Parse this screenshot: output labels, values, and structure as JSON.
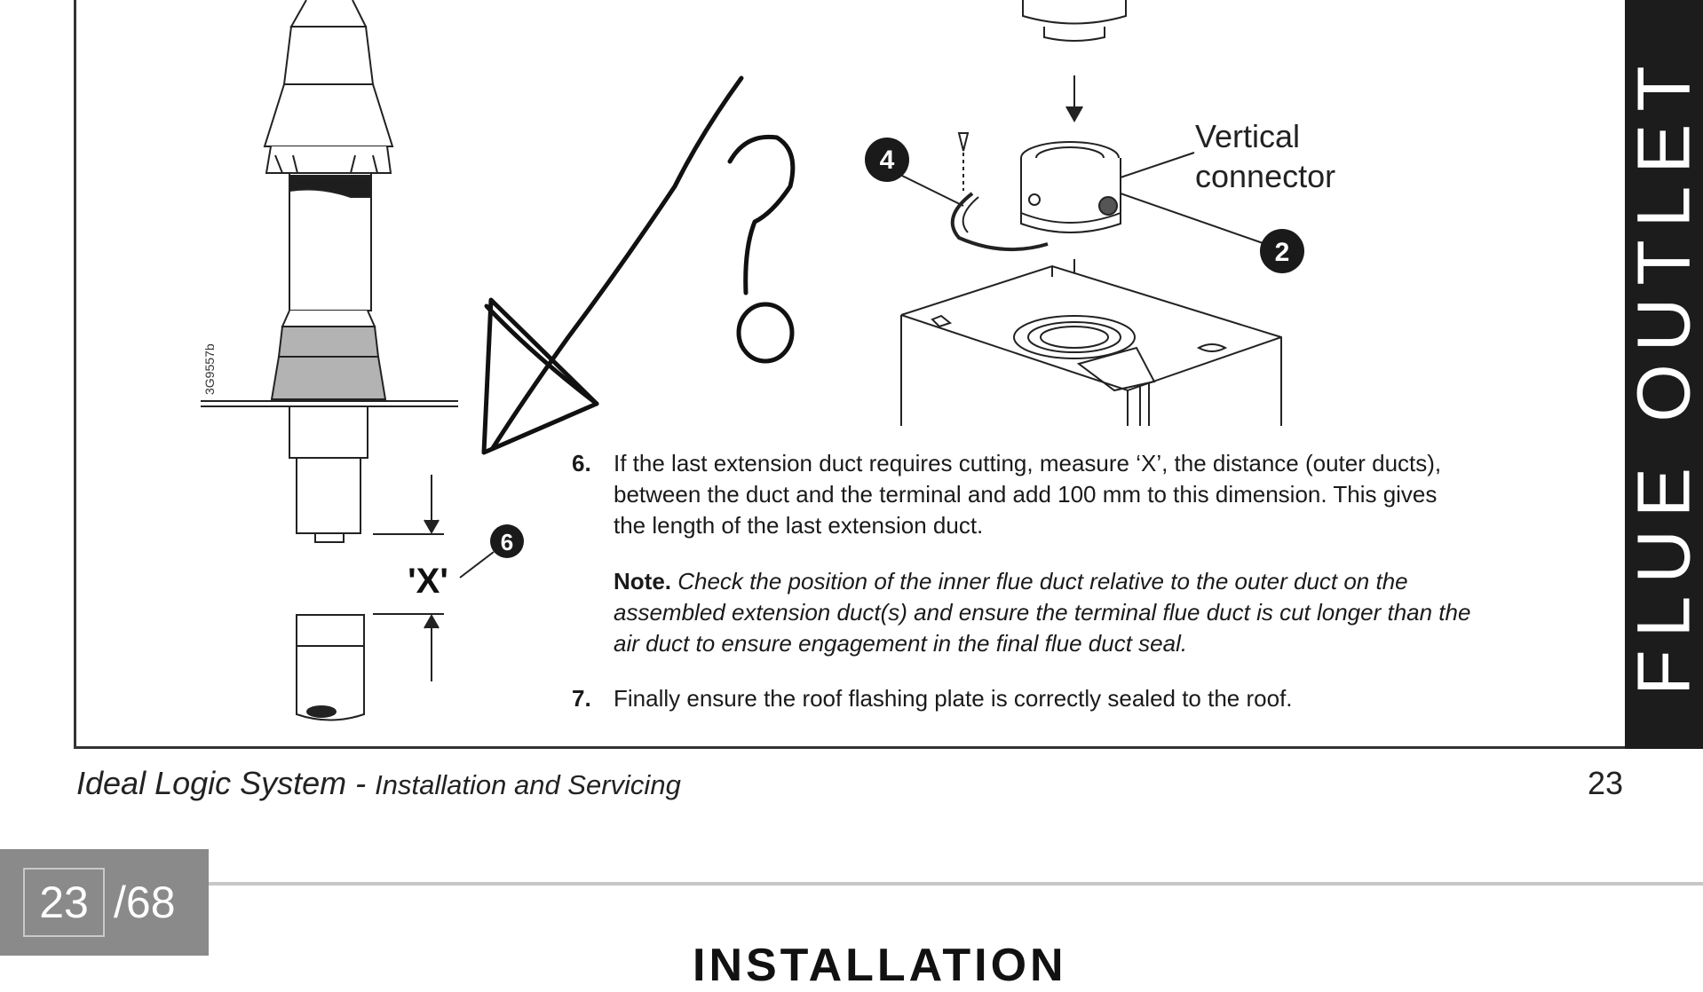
{
  "side_tab": {
    "text": "FLUE OUTLET"
  },
  "figure": {
    "ref_code": "3G9557b",
    "label_vertical_connector": "Vertical\nconnector",
    "callout_4": "4",
    "callout_2": "2",
    "callout_6": "6",
    "dimension_x": "'X'"
  },
  "steps": [
    {
      "num": "6.",
      "lines": [
        "If the last extension duct requires cutting, measure ‘X’, the distance (outer ducts),",
        "between the duct and the terminal and add 100 mm to this dimension.  This gives",
        "the length of the last extension duct."
      ]
    },
    {
      "num": "7.",
      "lines": [
        "Finally ensure the roof flashing plate is correctly sealed to the roof."
      ]
    }
  ],
  "note": {
    "label": "Note.",
    "lines": [
      "Check the position of the inner flue duct relative to the outer duct on the",
      "assembled extension duct(s) and ensure the terminal flue duct is cut longer than the",
      "air duct to ensure engagement in the final flue duct seal."
    ]
  },
  "footer": {
    "title": "Ideal Logic System - ",
    "subtitle": "Installation and Servicing",
    "page_number": "23"
  },
  "viewer": {
    "current_page": "23",
    "total_pages": "/68",
    "next_page_heading": "INSTALLATION"
  }
}
